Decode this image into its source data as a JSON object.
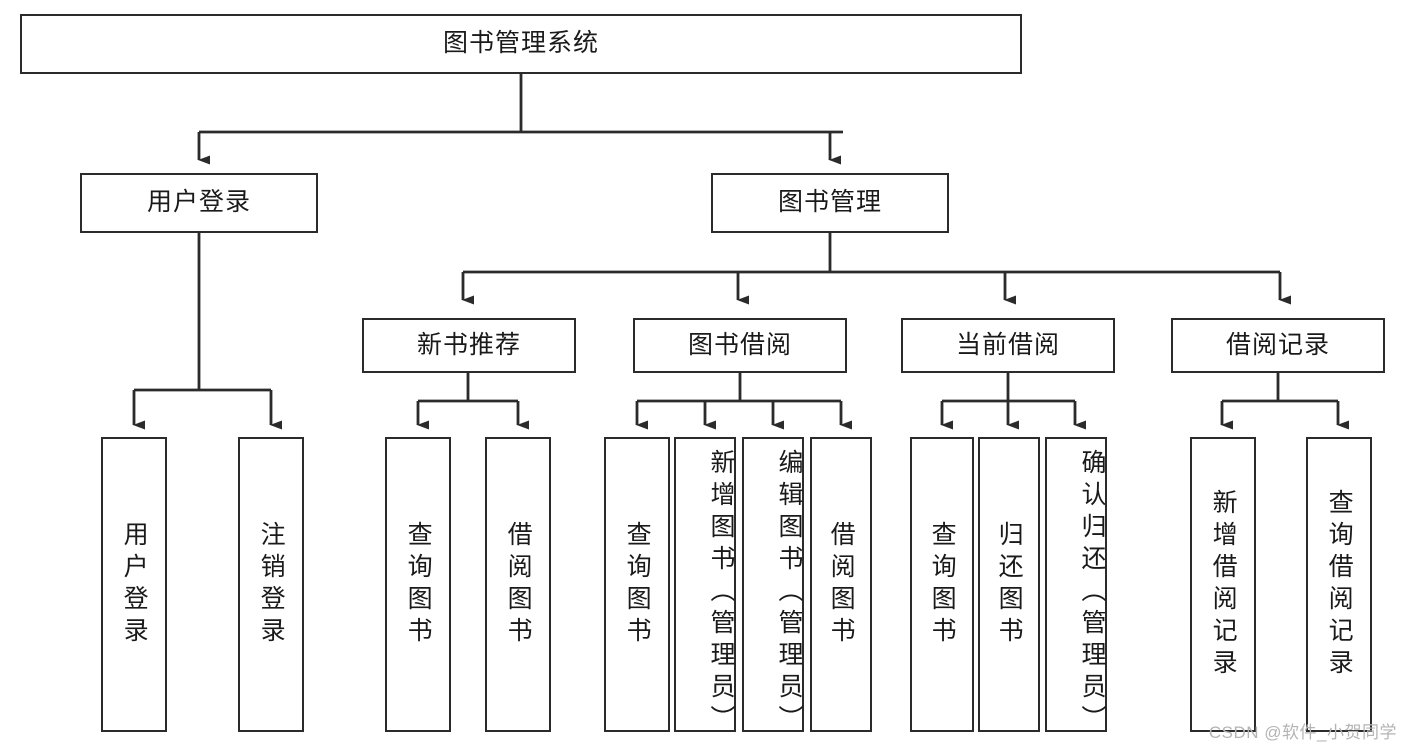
{
  "diagram": {
    "type": "tree-hierarchy",
    "title": "图书管理系统",
    "root": {
      "id": "root",
      "label": "图书管理系统",
      "orientation": "horizontal"
    },
    "level1": [
      {
        "id": "user-login",
        "label": "用户登录",
        "orientation": "horizontal"
      },
      {
        "id": "book-manage",
        "label": "图书管理",
        "orientation": "horizontal"
      }
    ],
    "level2": [
      {
        "id": "new-book-recommend",
        "label": "新书推荐",
        "orientation": "horizontal",
        "parent": "book-manage"
      },
      {
        "id": "book-borrow",
        "label": "图书借阅",
        "orientation": "horizontal",
        "parent": "book-manage"
      },
      {
        "id": "current-borrow",
        "label": "当前借阅",
        "orientation": "horizontal",
        "parent": "book-manage"
      },
      {
        "id": "borrow-record",
        "label": "借阅记录",
        "orientation": "horizontal",
        "parent": "book-manage"
      }
    ],
    "leaves": [
      {
        "id": "leaf-user-login",
        "label": "用户登录",
        "parent": "user-login",
        "orientation": "vertical"
      },
      {
        "id": "leaf-user-logout",
        "label": "注销登录",
        "parent": "user-login",
        "orientation": "vertical"
      },
      {
        "id": "leaf-query-book-1",
        "label": "查询图书",
        "parent": "new-book-recommend",
        "orientation": "vertical"
      },
      {
        "id": "leaf-borrow-book-1",
        "label": "借阅图书",
        "parent": "new-book-recommend",
        "orientation": "vertical"
      },
      {
        "id": "leaf-query-book-2",
        "label": "查询图书",
        "parent": "book-borrow",
        "orientation": "vertical"
      },
      {
        "id": "leaf-add-book",
        "label": "新增图书（管理员）",
        "parent": "book-borrow",
        "orientation": "vertical"
      },
      {
        "id": "leaf-edit-book",
        "label": "编辑图书（管理员）",
        "parent": "book-borrow",
        "orientation": "vertical"
      },
      {
        "id": "leaf-borrow-book-2",
        "label": "借阅图书",
        "parent": "book-borrow",
        "orientation": "vertical"
      },
      {
        "id": "leaf-query-book-3",
        "label": "查询图书",
        "parent": "current-borrow",
        "orientation": "vertical"
      },
      {
        "id": "leaf-return-book",
        "label": "归还图书",
        "parent": "current-borrow",
        "orientation": "vertical"
      },
      {
        "id": "leaf-confirm-return",
        "label": "确认归还（管理员）",
        "parent": "current-borrow",
        "orientation": "vertical"
      },
      {
        "id": "leaf-add-record",
        "label": "新增借阅记录",
        "parent": "borrow-record",
        "orientation": "vertical"
      },
      {
        "id": "leaf-query-record",
        "label": "查询借阅记录",
        "parent": "borrow-record",
        "orientation": "vertical"
      }
    ],
    "colors": {
      "stroke": "#2b2b2b",
      "fill": "#ffffff",
      "text": "#1a1a1a",
      "watermark": "#b4b4b4"
    }
  },
  "watermark": {
    "text": "CSDN @软件_小贺同学"
  }
}
